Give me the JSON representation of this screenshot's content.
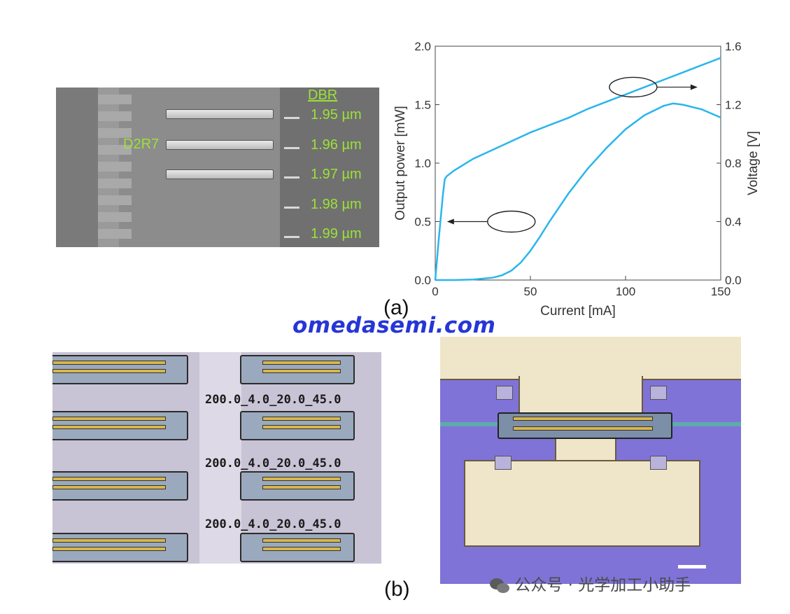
{
  "figure": {
    "panel_a_label": "(a)",
    "panel_b_label": "(b)",
    "watermark": "omedasemi.com",
    "wechat_badge": "公众号 · 光学加工小助手"
  },
  "sem_image": {
    "header": "DBR",
    "device_label": "D2R7",
    "grating_periods": [
      "1.95 µm",
      "1.96 µm",
      "1.97 µm",
      "1.98 µm",
      "1.99 µm"
    ]
  },
  "micrograph_left": {
    "labels": [
      "200.0_4.0_20.0_45.0",
      "200.0_4.0_20.0_45.0",
      "200.0_4.0_20.0_45.0"
    ]
  },
  "chart_data": {
    "type": "line",
    "xlabel": "Current [mA]",
    "ylabel_left": "Output power [mW]",
    "ylabel_right": "Voltage [V]",
    "xlim": [
      0,
      150
    ],
    "ylim_left": [
      0,
      2.0
    ],
    "ylim_right": [
      0,
      1.6
    ],
    "x_ticks": [
      "0",
      "50",
      "100",
      "150"
    ],
    "y_left_ticks": [
      "0.0",
      "0.5",
      "1.0",
      "1.5",
      "2.0"
    ],
    "y_right_ticks": [
      "0.0",
      "0.4",
      "0.8",
      "1.2",
      "1.6"
    ],
    "series": [
      {
        "axis": "left",
        "x": [
          0,
          10,
          20,
          30,
          35,
          40,
          45,
          50,
          55,
          60,
          70,
          80,
          90,
          100,
          110,
          120,
          125,
          130,
          140,
          150
        ],
        "values": [
          0.0,
          0.0,
          0.005,
          0.02,
          0.04,
          0.08,
          0.15,
          0.25,
          0.37,
          0.5,
          0.74,
          0.95,
          1.13,
          1.29,
          1.41,
          1.49,
          1.51,
          1.5,
          1.46,
          1.39
        ]
      },
      {
        "axis": "right",
        "x": [
          0,
          2,
          4,
          5,
          6,
          10,
          20,
          30,
          40,
          50,
          60,
          70,
          80,
          90,
          100,
          110,
          120,
          130,
          140,
          150
        ],
        "values": [
          0.0,
          0.3,
          0.58,
          0.69,
          0.71,
          0.75,
          0.83,
          0.89,
          0.95,
          1.01,
          1.06,
          1.11,
          1.17,
          1.22,
          1.27,
          1.32,
          1.37,
          1.42,
          1.47,
          1.52
        ]
      }
    ],
    "color": "#29b6ec"
  }
}
